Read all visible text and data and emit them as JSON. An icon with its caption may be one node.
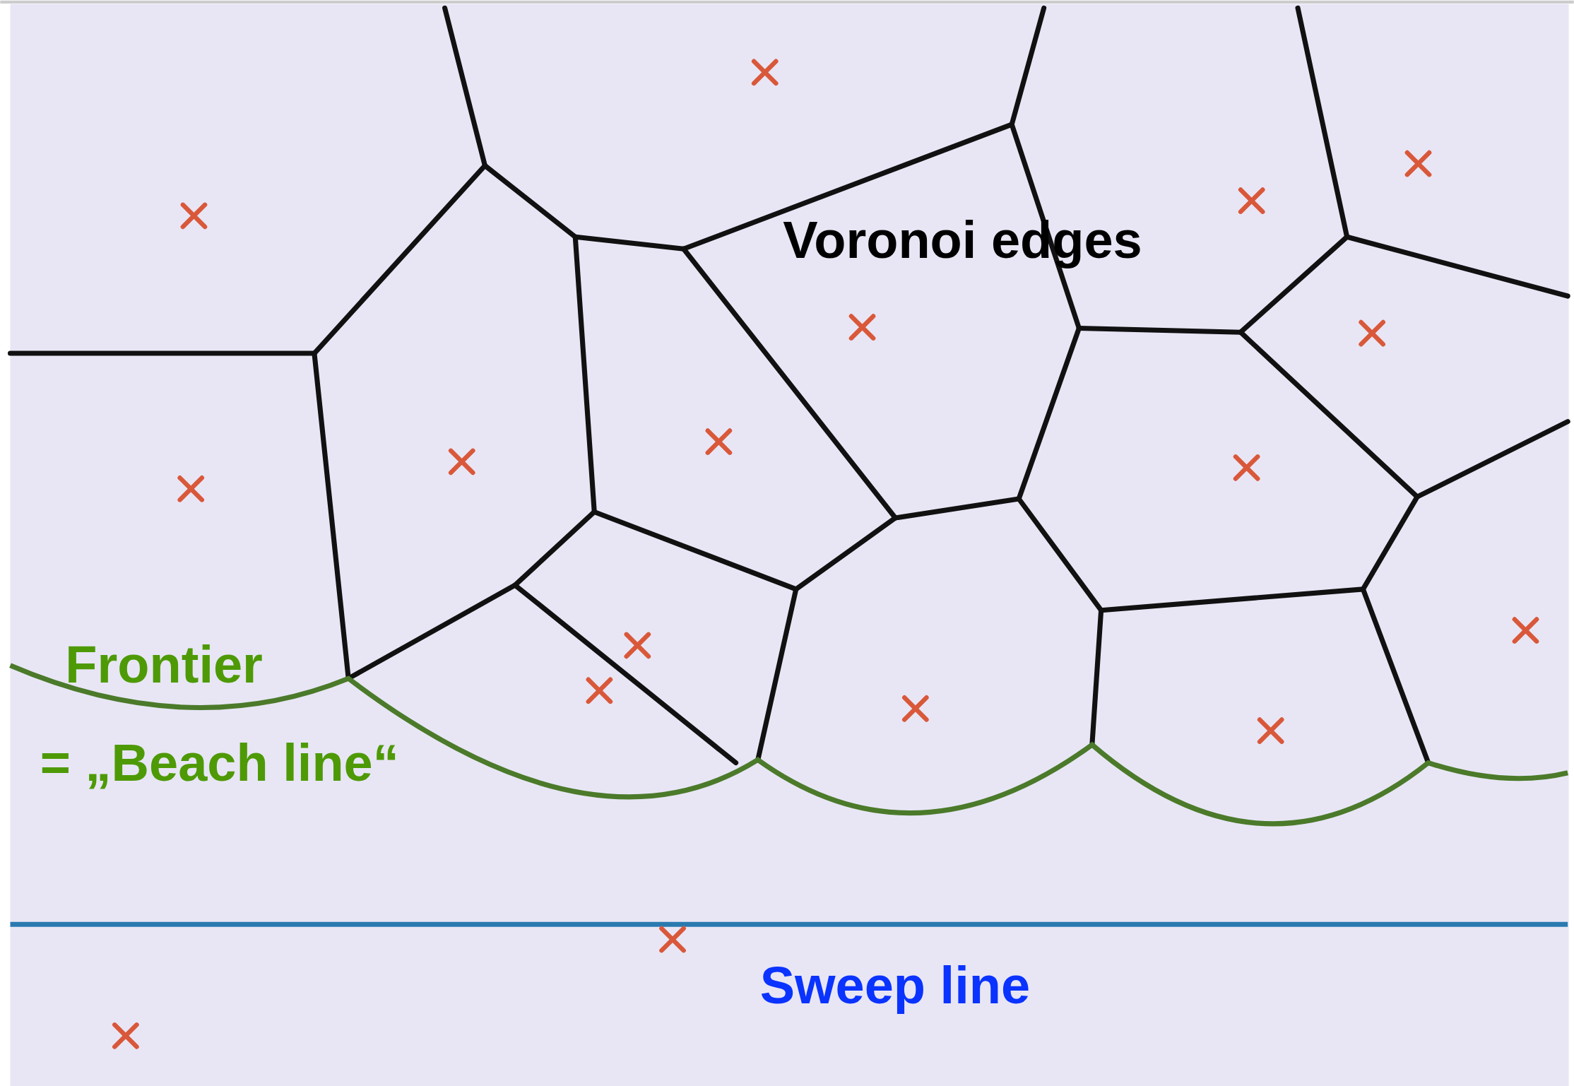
{
  "diagram": {
    "labels": [
      "Voronoi edges",
      "Frontier",
      "= „Beach line“",
      "Sweep line"
    ]
  }
}
